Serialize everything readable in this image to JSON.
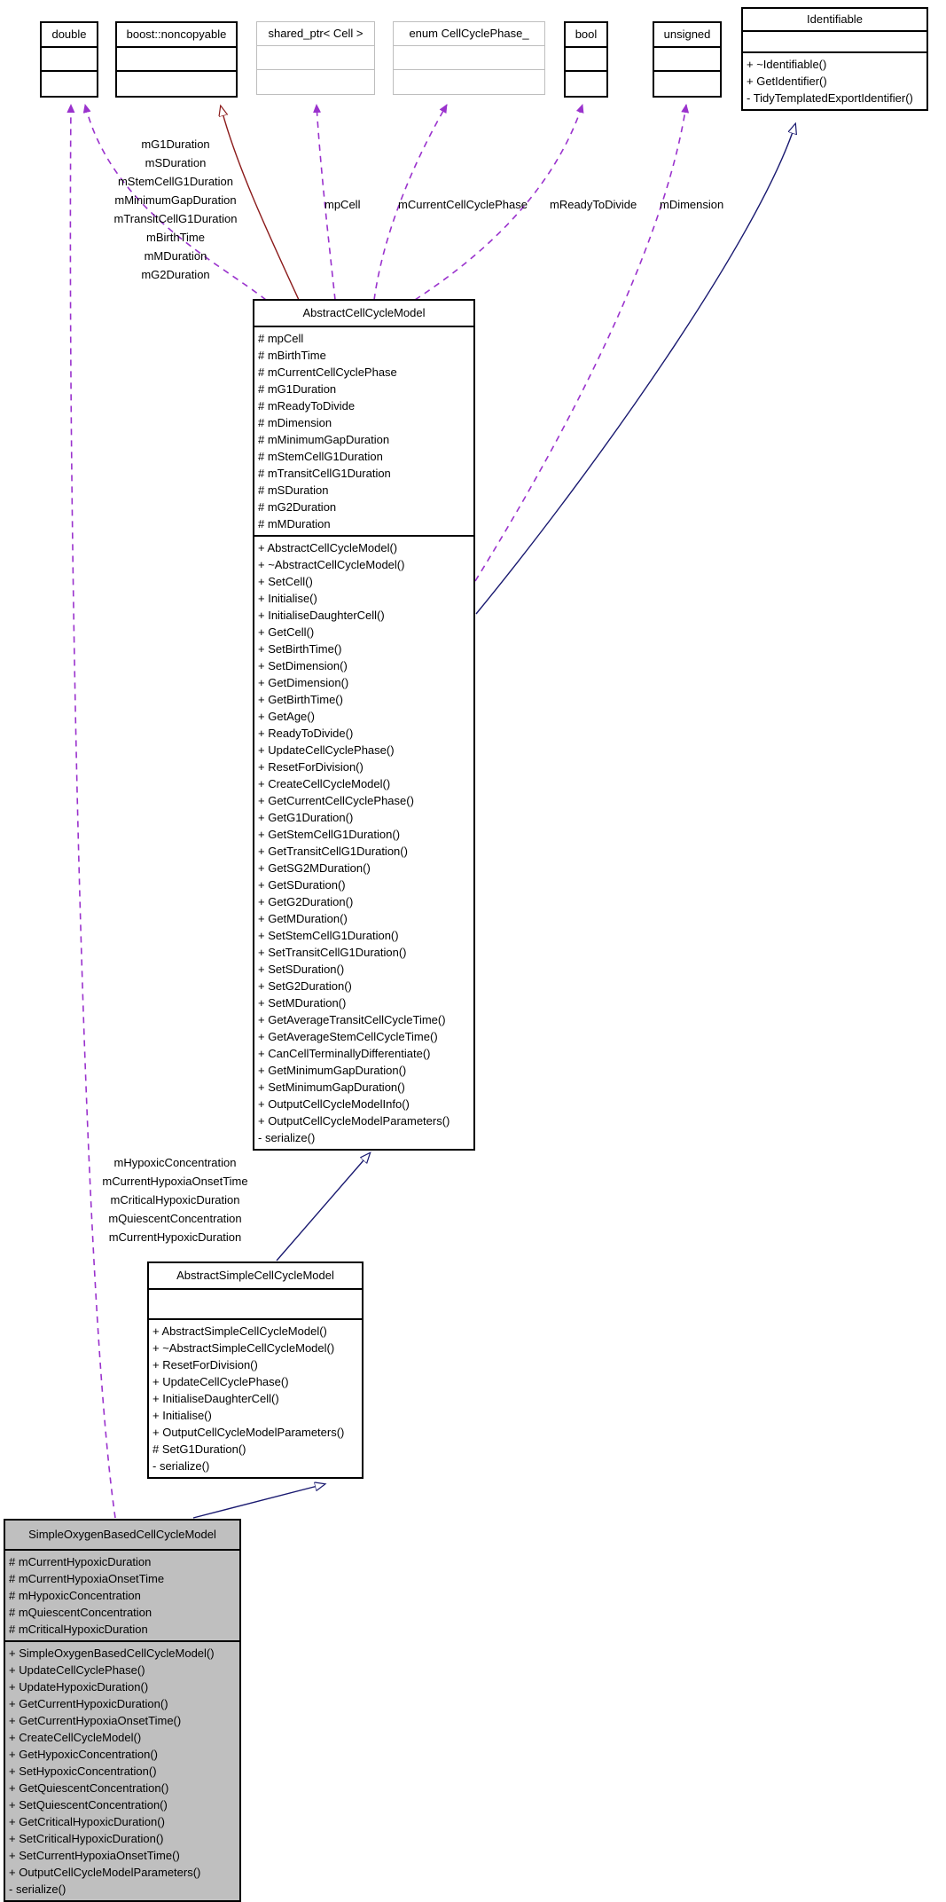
{
  "diagram": {
    "kind": "doxygen-collaboration-diagram",
    "colors": {
      "usage_edge": "#9a32cd",
      "template_inheritance_edge": "#8b1a1a",
      "inheritance_edge": "#191970",
      "highlight_fill": "#bfbfbf",
      "box_border": "#000000",
      "weak_box_border": "#bebebe"
    }
  },
  "classes": {
    "double": {
      "name": "double",
      "attributes": [],
      "methods": []
    },
    "noncopyable": {
      "name": "boost::noncopyable",
      "attributes": [],
      "methods": []
    },
    "shared_ptr": {
      "name": "shared_ptr< Cell >",
      "attributes": [],
      "methods": []
    },
    "enum_phase": {
      "name": "enum CellCyclePhase_",
      "attributes": [],
      "methods": []
    },
    "bool": {
      "name": "bool",
      "attributes": [],
      "methods": []
    },
    "unsigned": {
      "name": "unsigned",
      "attributes": [],
      "methods": []
    },
    "identifiable": {
      "name": "Identifiable",
      "attributes": [],
      "methods": [
        "+ ~Identifiable()",
        "+ GetIdentifier()",
        "- TidyTemplatedExportIdentifier()"
      ]
    },
    "abstract_ccm": {
      "name": "AbstractCellCycleModel",
      "attributes": [
        "# mpCell",
        "# mBirthTime",
        "# mCurrentCellCyclePhase",
        "# mG1Duration",
        "# mReadyToDivide",
        "# mDimension",
        "# mMinimumGapDuration",
        "# mStemCellG1Duration",
        "# mTransitCellG1Duration",
        "# mSDuration",
        "# mG2Duration",
        "# mMDuration"
      ],
      "methods": [
        "+ AbstractCellCycleModel()",
        "+ ~AbstractCellCycleModel()",
        "+ SetCell()",
        "+ Initialise()",
        "+ InitialiseDaughterCell()",
        "+ GetCell()",
        "+ SetBirthTime()",
        "+ SetDimension()",
        "+ GetDimension()",
        "+ GetBirthTime()",
        "+ GetAge()",
        "+ ReadyToDivide()",
        "+ UpdateCellCyclePhase()",
        "+ ResetForDivision()",
        "+ CreateCellCycleModel()",
        "+ GetCurrentCellCyclePhase()",
        "+ GetG1Duration()",
        "+ GetStemCellG1Duration()",
        "+ GetTransitCellG1Duration()",
        "+ GetSG2MDuration()",
        "+ GetSDuration()",
        "+ GetG2Duration()",
        "+ GetMDuration()",
        "+ SetStemCellG1Duration()",
        "+ SetTransitCellG1Duration()",
        "+ SetSDuration()",
        "+ SetG2Duration()",
        "+ SetMDuration()",
        "+ GetAverageTransitCellCycleTime()",
        "+ GetAverageStemCellCycleTime()",
        "+ CanCellTerminallyDifferentiate()",
        "+ GetMinimumGapDuration()",
        "+ SetMinimumGapDuration()",
        "+ OutputCellCycleModelInfo()",
        "+ OutputCellCycleModelParameters()",
        "- serialize()"
      ]
    },
    "abstract_simple_ccm": {
      "name": "AbstractSimpleCellCycleModel",
      "attributes": [],
      "methods": [
        "+ AbstractSimpleCellCycleModel()",
        "+ ~AbstractSimpleCellCycleModel()",
        "+ ResetForDivision()",
        "+ UpdateCellCyclePhase()",
        "+ InitialiseDaughterCell()",
        "+ Initialise()",
        "+ OutputCellCycleModelParameters()",
        "# SetG1Duration()",
        "- serialize()"
      ]
    },
    "simple_oxygen_ccm": {
      "name": "SimpleOxygenBasedCellCycleModel",
      "attributes": [
        "# mCurrentHypoxicDuration",
        "# mCurrentHypoxiaOnsetTime",
        "# mHypoxicConcentration",
        "# mQuiescentConcentration",
        "# mCriticalHypoxicDuration"
      ],
      "methods": [
        "+ SimpleOxygenBasedCellCycleModel()",
        "+ UpdateCellCyclePhase()",
        "+ UpdateHypoxicDuration()",
        "+ GetCurrentHypoxicDuration()",
        "+ GetCurrentHypoxiaOnsetTime()",
        "+ CreateCellCycleModel()",
        "+ GetHypoxicConcentration()",
        "+ SetHypoxicConcentration()",
        "+ GetQuiescentConcentration()",
        "+ SetQuiescentConcentration()",
        "+ GetCriticalHypoxicDuration()",
        "+ SetCriticalHypoxicDuration()",
        "+ SetCurrentHypoxiaOnsetTime()",
        "+ OutputCellCycleModelParameters()",
        "- serialize()"
      ]
    }
  },
  "edge_labels": {
    "accm_to_double": [
      "mG1Duration",
      "mSDuration",
      "mStemCellG1Duration",
      "mMinimumGapDuration",
      "mTransitCellG1Duration",
      "mBirthTime",
      "mMDuration",
      "mG2Duration"
    ],
    "soccm_to_double": [
      "mHypoxicConcentration",
      "mCurrentHypoxiaOnsetTime",
      "mCriticalHypoxicDuration",
      "mQuiescentConcentration",
      "mCurrentHypoxicDuration"
    ],
    "mpCell": "mpCell",
    "mCurrentCellCyclePhase": "mCurrentCellCyclePhase",
    "mReadyToDivide": "mReadyToDivide",
    "mDimension": "mDimension"
  }
}
